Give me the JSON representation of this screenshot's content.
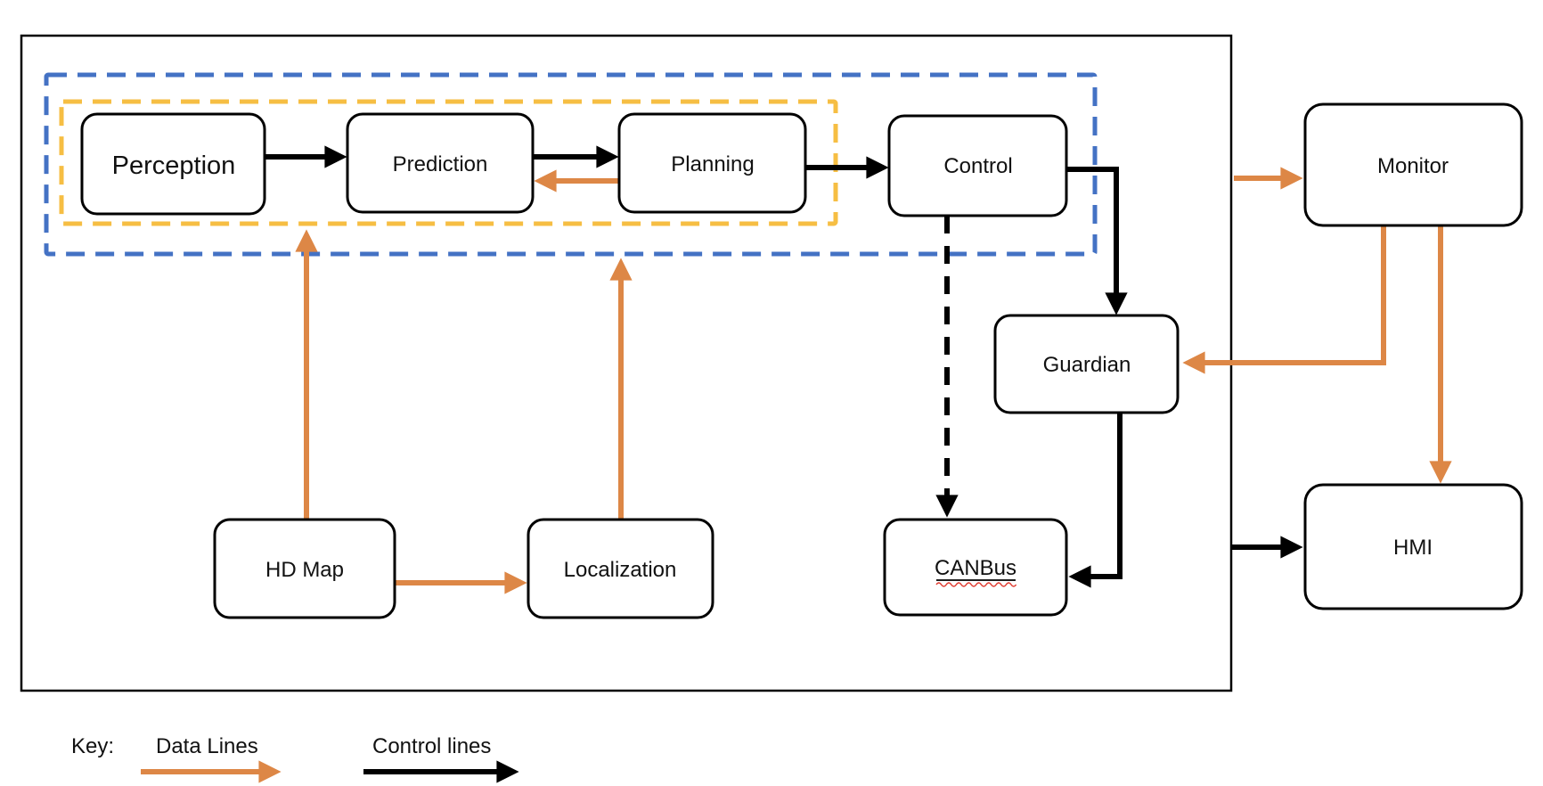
{
  "diagram": {
    "title_hint": "autonomous-driving-software-architecture",
    "nodes": {
      "perception": {
        "label": "Perception"
      },
      "prediction": {
        "label": "Prediction"
      },
      "planning": {
        "label": "Planning"
      },
      "control": {
        "label": "Control"
      },
      "guardian": {
        "label": "Guardian"
      },
      "canbus": {
        "label": "CANBus"
      },
      "hdmap": {
        "label": "HD Map"
      },
      "localization": {
        "label": "Localization"
      },
      "monitor": {
        "label": "Monitor"
      },
      "hmi": {
        "label": "HMI"
      }
    },
    "legend": {
      "key_label": "Key:",
      "data_lines_label": "Data Lines",
      "control_lines_label": "Control lines"
    },
    "colors": {
      "data_line_orange": "#DD8746",
      "control_line_black": "#000000",
      "outer_group_dashed_blue": "#4472C4",
      "inner_group_dashed_yellow": "#F6BE43",
      "spellcheck_squiggle_red": "#E03C31",
      "background": "#FFFFFF"
    }
  }
}
